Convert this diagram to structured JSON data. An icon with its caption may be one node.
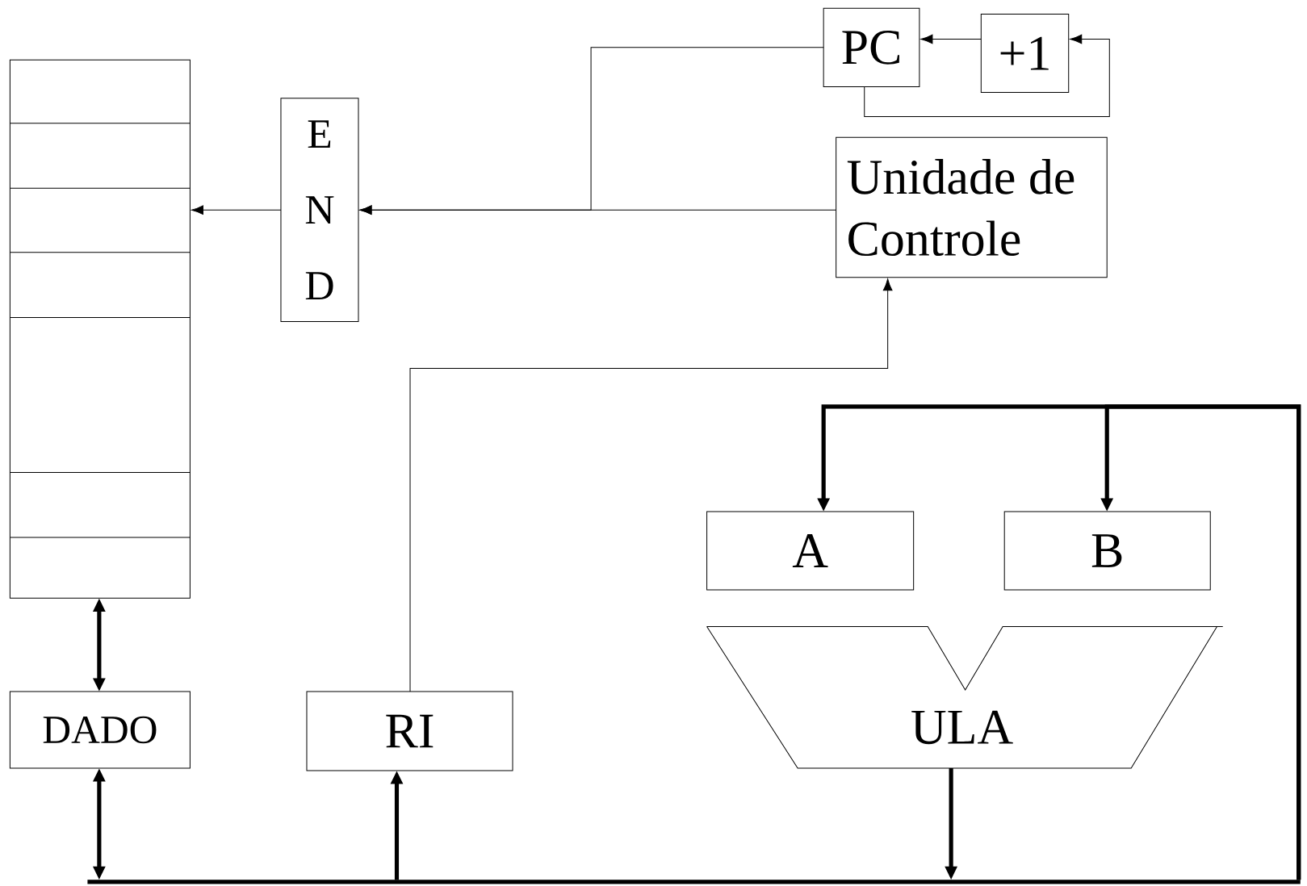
{
  "diagram": {
    "nodes": [
      {
        "text": [],
        "shape": "box"
      },
      {
        "text": [
          "E N D"
        ]
      },
      {
        "text": [
          "PC"
        ]
      },
      {
        "text": [
          "+1"
        ]
      },
      {
        "text": [
          "Unidade de Controle"
        ]
      },
      {
        "text": [
          "DADO"
        ]
      },
      {
        "text": [
          "RI"
        ]
      },
      {
        "text": [
          "A"
        ]
      },
      {
        "text": [
          "B"
        ]
      },
      {
        "text": [
          "ULA"
        ]
      },
      {
        "text": [],
        "shape": "bar"
      }
    ],
    "edges": [
      {
        "from": 1,
        "to": 0,
        "arrow": "to"
      },
      {
        "from": 4,
        "to": 1,
        "arrow": "to"
      },
      {
        "from": 2,
        "to": 1,
        "arrow": "to"
      },
      {
        "from": 3,
        "to": 2,
        "arrow": "to"
      },
      {
        "from": 2,
        "to": 3,
        "arrow": "to"
      },
      {
        "from": 6,
        "to": 4,
        "arrow": "to"
      },
      {
        "from": 0,
        "to": 5,
        "arrow": "both",
        "style": "thick"
      },
      {
        "from": 5,
        "to": 10,
        "arrow": "both",
        "style": "thick"
      },
      {
        "from": 10,
        "to": 6,
        "arrow": "to",
        "style": "thick"
      },
      {
        "from": 9,
        "to": 10,
        "arrow": "to",
        "style": "thick"
      },
      {
        "from": 10,
        "to": 7,
        "arrow": "to",
        "style": "thick"
      },
      {
        "from": 10,
        "to": 8,
        "arrow": "to",
        "style": "thick"
      }
    ]
  }
}
